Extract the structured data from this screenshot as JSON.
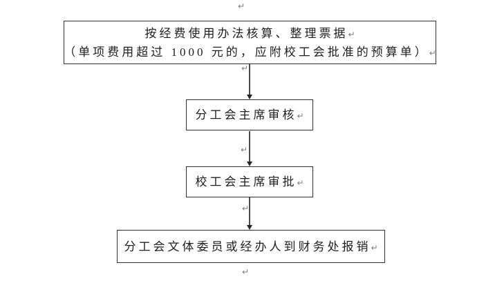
{
  "colors": {
    "background": "#ffffff",
    "node_border": "#2e2e2e",
    "node_text": "#1f1f1f",
    "connector": "#4d4d4d",
    "formatting_mark": "#7d7d7d"
  },
  "marks": {
    "line_break": "↵"
  },
  "flowchart": {
    "nodes": [
      {
        "lines": [
          "按经费使用办法核算、整理票据",
          "（单项费用超过 1000 元的，应附校工会批准的预算单）"
        ]
      },
      {
        "lines": [
          "分工会主席审核"
        ]
      },
      {
        "lines": [
          "校工会主席审批"
        ]
      },
      {
        "lines": [
          "分工会文体委员或经办人到财务处报销"
        ]
      }
    ],
    "connectors": [
      {
        "from": 1,
        "to": 2,
        "direction": "down"
      },
      {
        "from": 2,
        "to": 3,
        "direction": "down"
      },
      {
        "from": 3,
        "to": 4,
        "direction": "down"
      }
    ]
  }
}
